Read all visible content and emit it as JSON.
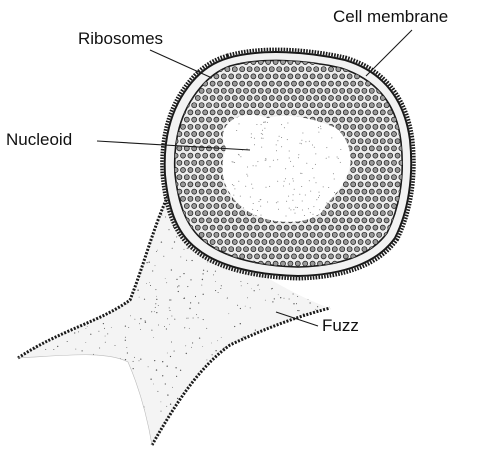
{
  "figure": {
    "labels": {
      "cell_membrane": "Cell membrane",
      "ribosomes": "Ribosomes",
      "nucleoid": "Nucleoid",
      "fuzz": "Fuzz"
    },
    "colors": {
      "ink": "#1a1a1a",
      "background": "#ffffff",
      "ribosome_fill": "#9a9a9a",
      "stipple": "#555555"
    }
  }
}
